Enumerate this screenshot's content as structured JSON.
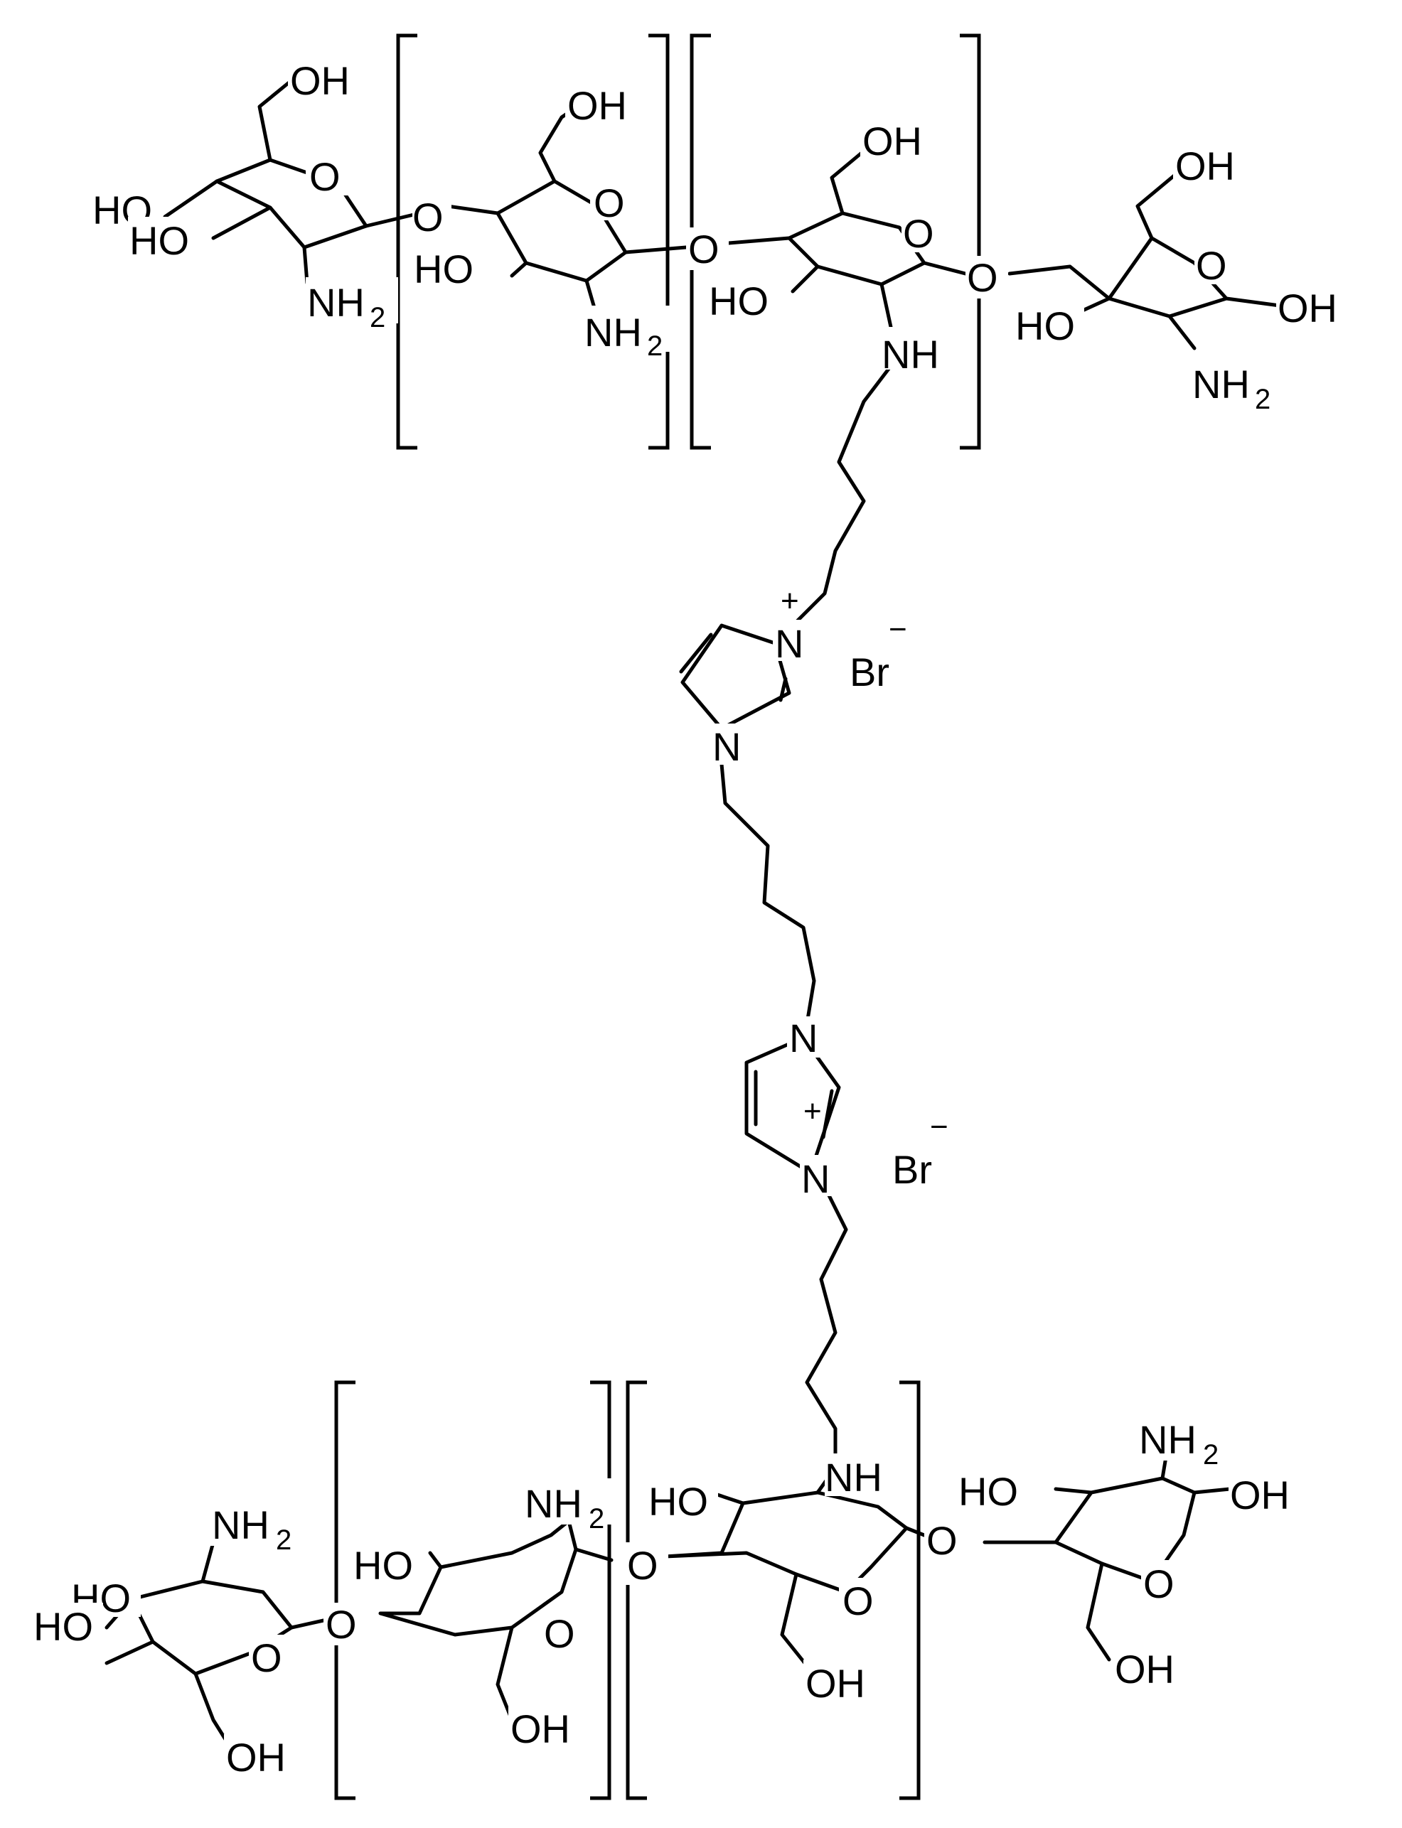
{
  "labels": {
    "oh": "OH",
    "ho": "HO",
    "nh": "NH",
    "nh2_main": "NH",
    "sub2": "2",
    "o": "O",
    "n": "N",
    "br": "Br",
    "plus": "+",
    "minus": "−"
  }
}
